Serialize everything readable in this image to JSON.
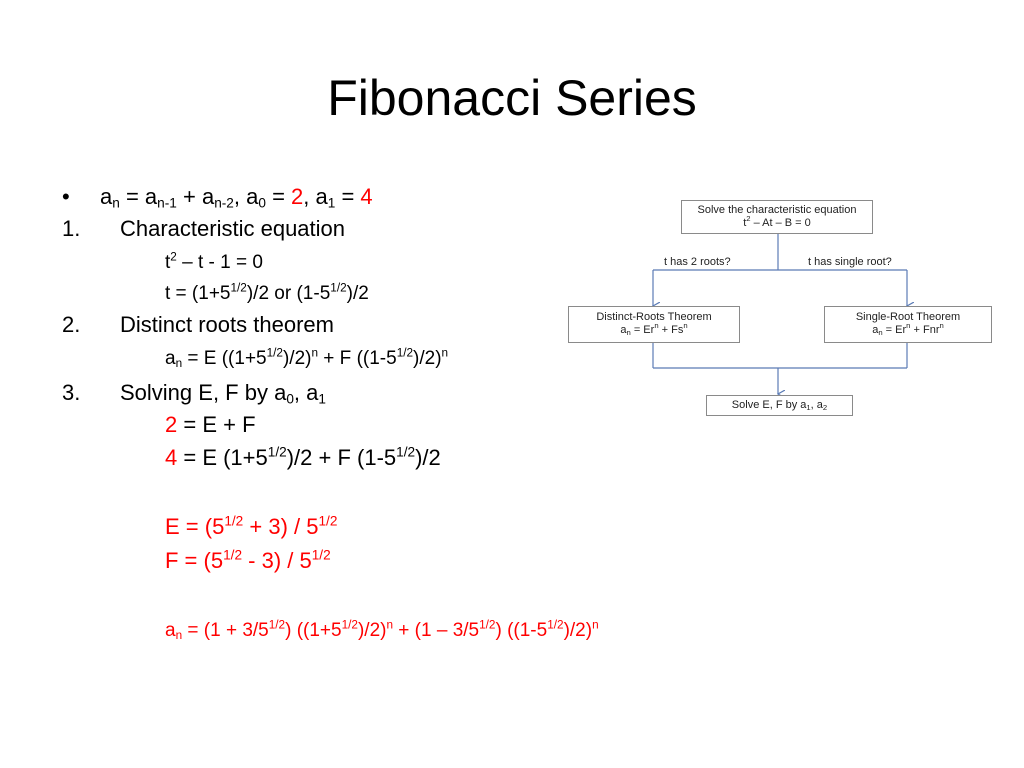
{
  "slide": {
    "title": "Fibonacci Series"
  },
  "colors": {
    "text": "#000000",
    "highlight": "#ff0000",
    "box_border": "#8a8a8a",
    "arrow": "#5b7bb5"
  },
  "bullet": {
    "marker": "•",
    "a": "a",
    "n": "n",
    "eq": " = ",
    "n1": "n-1",
    "plus": " + ",
    "n2": "n-2",
    "sep": ", ",
    "zero": "0",
    "two": "2",
    "one": "1",
    "four": "4"
  },
  "steps": [
    {
      "marker": "1.",
      "label": "Characteristic equation"
    },
    {
      "marker": "2.",
      "label": "Distinct roots theorem"
    },
    {
      "marker": "3.",
      "label": "Solving E, F by a",
      "sub0": "0",
      "comma": ", a",
      "sub1": "1"
    }
  ],
  "math": {
    "char_eq_t": "t",
    "char_eq_sq": "2",
    "char_eq_rest": " – t - 1 = 0",
    "roots_a": "t = (1+5",
    "half": "1/2",
    "roots_b": ")/2 or (1-5",
    "roots_c": ")/2",
    "thm_a": "a",
    "thm_n": "n",
    "thm_b": " = E ((1+5",
    "thm_c": ")/2)",
    "thm_d": " + F ((1-5",
    "eq1_val": "2",
    "eq1_rest": " = E + F",
    "eq2_val": "4",
    "eq2_a": " = E (1+5",
    "eq2_b": ")/2 + F (1-5",
    "eq2_c": ")/2",
    "E_a": "E = (5",
    "E_b": " + 3) / 5",
    "F_a": "F = (5",
    "F_b": " - 3) / 5",
    "final_a": " = (1 + 3/5",
    "final_b": ") ((1+5",
    "final_c": ")/2)",
    "final_d": " + (1 – 3/5",
    "final_e": ") ((1-5"
  },
  "flowchart": {
    "start_line1": "Solve the characteristic equation",
    "start_t": "t",
    "start_sq": "2",
    "start_rest": " – At – B = 0",
    "edge_left": "t has 2 roots?",
    "edge_right": "t has single root?",
    "distinct_title": "Distinct-Roots Theorem",
    "distinct_a": "a",
    "distinct_n": "n",
    "distinct_eq": " = Er",
    "distinct_plus": " + Fs",
    "single_title": "Single-Root Theorem",
    "single_eq": " = Er",
    "single_plus": " + Fnr",
    "solve_a": "Solve E, F by a",
    "solve_1": "1",
    "solve_sep": ", a",
    "solve_2": "2"
  }
}
